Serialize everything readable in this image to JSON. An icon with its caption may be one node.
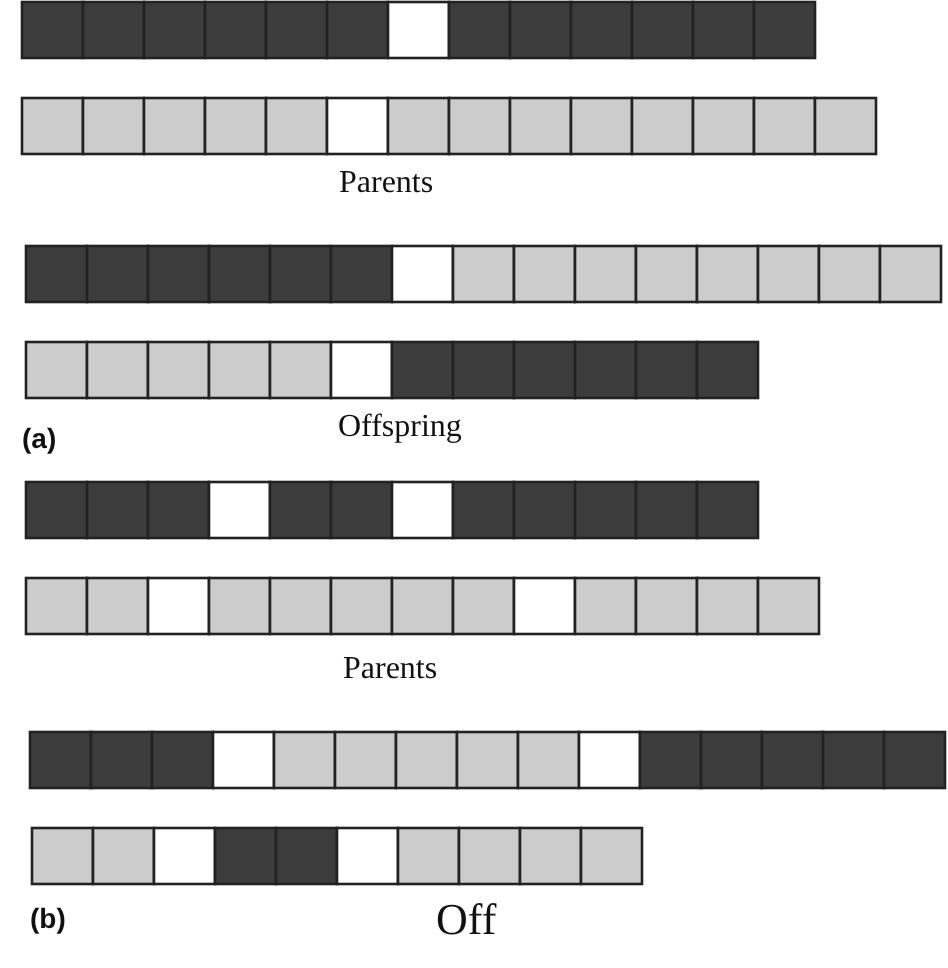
{
  "diagram": {
    "nodes": [
      {
        "text": [],
        "shape": "bar"
      },
      {
        "text": [],
        "shape": "bar"
      },
      {
        "text": [],
        "shape": "bar"
      },
      {
        "text": [],
        "shape": "bar"
      },
      {
        "text": [],
        "shape": "bar"
      },
      {
        "text": [],
        "shape": "bar"
      },
      {
        "text": [],
        "shape": "bar"
      },
      {
        "text": [],
        "shape": "bar"
      }
    ],
    "edges": [],
    "labels": [
      "Parents",
      "(a)",
      "Offspring",
      "Parents",
      "(b)",
      "Off"
    ]
  }
}
